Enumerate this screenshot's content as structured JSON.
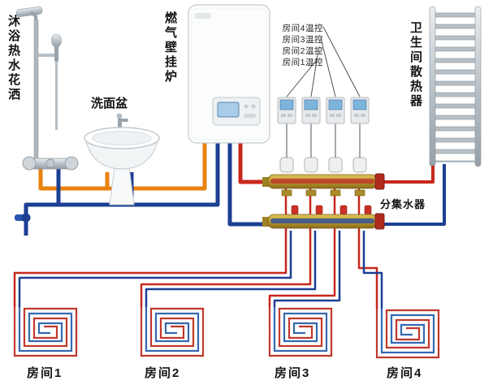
{
  "labels": {
    "shower": "沐浴热水花洒",
    "basin": "洗面盆",
    "boiler": "燃气壁挂炉",
    "radiator": "卫生间散热器",
    "manifold": "分集水器",
    "thermostats": [
      "房间4温控",
      "房间3温控",
      "房间2温控",
      "房间1温控"
    ],
    "rooms": [
      "房间1",
      "房间2",
      "房间3",
      "房间4"
    ]
  },
  "colors": {
    "heating_supply_red": "#c8281c",
    "dhw_orange": "#e8820c",
    "cold_water_blue": "#1c3f94",
    "coil_loop_blue": "#3569b0",
    "coil_loop_red": "#c0392b",
    "manifold_brass": "#b99a2e",
    "fixture_chrome": "#aab3ba"
  }
}
